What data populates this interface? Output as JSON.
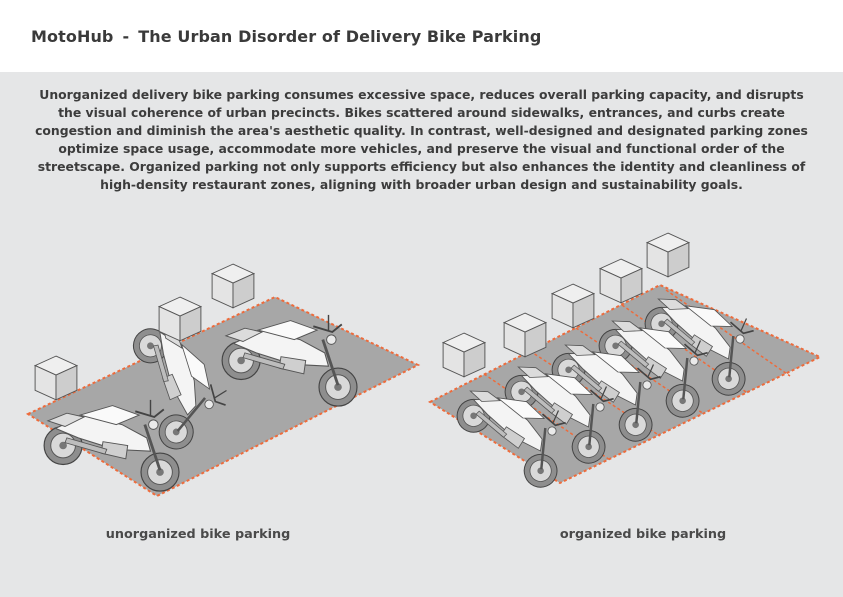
{
  "header": {
    "brand": "MotoHub",
    "separator": "-",
    "title": "The Urban Disorder of Delivery Bike Parking"
  },
  "description": "Unorganized delivery bike parking consumes excessive space, reduces overall parking capacity, and disrupts the visual coherence of urban precincts. Bikes scattered around sidewalks, entrances, and curbs create congestion and diminish the area's aesthetic quality. In contrast, well-designed and designated parking zones optimize space usage, accommodate more vehicles, and preserve the visual and functional order of the streetscape. Organized parking not only supports efficiency but also enhances the identity and cleanliness of high-density restaurant zones, aligning with broader urban design and sustainability goals.",
  "captions": {
    "left": "unorganized bike parking",
    "right": "organized bike parking"
  },
  "colors": {
    "boundary": "#ee6b3b",
    "ground": "#a7a7a7",
    "panel": "#e5e6e7",
    "bike": "#f4f4f4",
    "outline": "#555555"
  },
  "icons": [
    "delivery-motorbike-icon",
    "delivery-box-icon"
  ]
}
